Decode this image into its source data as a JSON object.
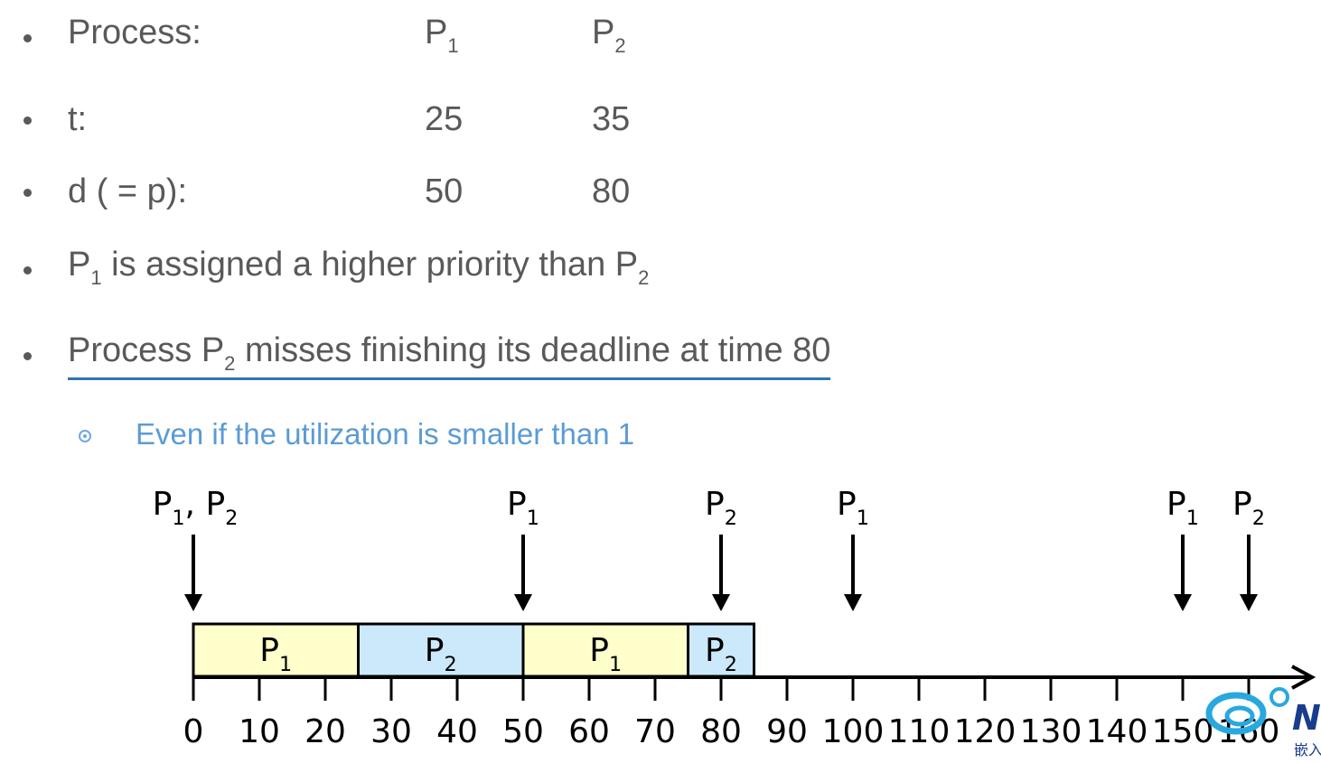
{
  "params": {
    "rows": [
      {
        "label": "Process:",
        "v1": "P",
        "v1_sub": "1",
        "v2": "P",
        "v2_sub": "2"
      },
      {
        "label": "t:",
        "v1": "25",
        "v1_sub": "",
        "v2": "35",
        "v2_sub": ""
      },
      {
        "label": "d ( = p):",
        "v1": "50",
        "v1_sub": "",
        "v2": "80",
        "v2_sub": ""
      }
    ]
  },
  "statement": {
    "pre": "P",
    "sub1": "1",
    "mid": " is assigned a higher priority than P",
    "sub2": "2"
  },
  "miss": {
    "pre": "Process P",
    "sub": "2",
    "post": " misses finishing its deadline at time 80"
  },
  "note": "Even if the utilization is smaller than 1",
  "timeline": {
    "ticks": [
      0,
      10,
      20,
      30,
      40,
      50,
      60,
      70,
      80,
      90,
      100,
      110,
      120,
      130,
      140,
      150,
      160
    ],
    "segments": [
      {
        "proc": "P",
        "sub": "1",
        "start": 0,
        "end": 25,
        "color": "#ffffcc"
      },
      {
        "proc": "P",
        "sub": "2",
        "start": 25,
        "end": 50,
        "color": "#cce9fb"
      },
      {
        "proc": "P",
        "sub": "1",
        "start": 50,
        "end": 75,
        "color": "#ffffcc"
      },
      {
        "proc": "P",
        "sub": "2",
        "start": 75,
        "end": 85,
        "color": "#cce9fb"
      }
    ],
    "arrivals": [
      {
        "t": 0,
        "label": [
          {
            "p": "P",
            "s": "1"
          },
          {
            "p": "P",
            "s": "2"
          }
        ]
      },
      {
        "t": 50,
        "label": [
          {
            "p": "P",
            "s": "1"
          }
        ]
      },
      {
        "t": 80,
        "label": [
          {
            "p": "P",
            "s": "2"
          }
        ]
      },
      {
        "t": 100,
        "label": [
          {
            "p": "P",
            "s": "1"
          }
        ]
      },
      {
        "t": 150,
        "label": [
          {
            "p": "P",
            "s": "1"
          }
        ]
      },
      {
        "t": 160,
        "label": [
          {
            "p": "P",
            "s": "2"
          }
        ]
      }
    ]
  },
  "logo": {
    "text": "N",
    "subtext": "嵌入",
    "color": "#1a3c8c",
    "ring_color": "#29a8e0"
  }
}
